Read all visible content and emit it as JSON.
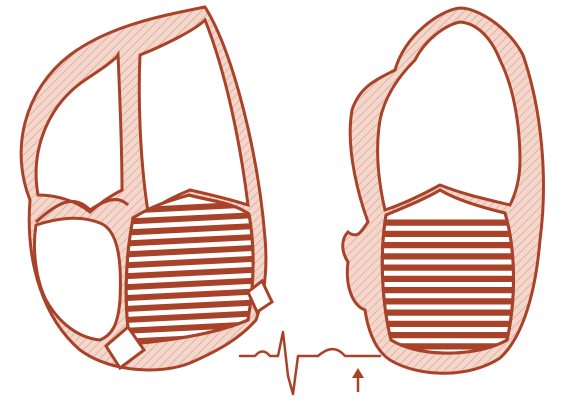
{
  "diagram": {
    "colors": {
      "outline": "#a8432a",
      "wall_fill": "#f4d7cc",
      "wall_hatch": "#d89a86",
      "stripe": "#a8432a",
      "background": "#ffffff"
    },
    "panels": [
      {
        "id": "left-heart",
        "stripe_count": 13
      },
      {
        "id": "right-heart",
        "stripe_count": 12
      }
    ],
    "ecg": {
      "marker": "arrow-up-icon"
    }
  }
}
